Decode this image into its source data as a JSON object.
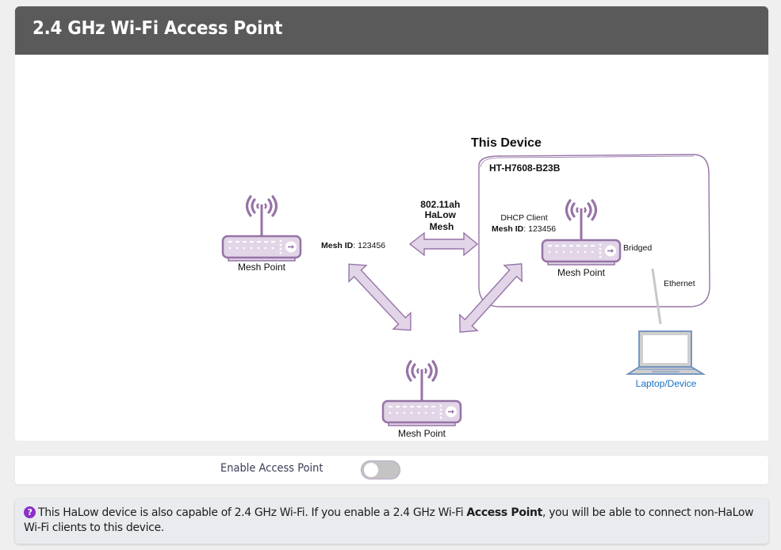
{
  "header": {
    "title": "2.4 GHz Wi-Fi Access Point"
  },
  "diagram": {
    "this_device_title": "This Device",
    "device_hostname": "HT-H7608-B23B",
    "link_label": [
      "802.11ah",
      "HaLow",
      "Mesh"
    ],
    "left_mesh_id_key": "Mesh ID",
    "left_mesh_id_value": ": 123456",
    "dhcp_client_label": "DHCP Client",
    "device_mesh_id_key": "Mesh ID",
    "device_mesh_id_value": ": 123456",
    "bridged_label": "Bridged",
    "ethernet_label": "Ethernet",
    "nodes": {
      "left": "Mesh Point",
      "bottom": "Mesh Point",
      "device": "Mesh Point",
      "laptop": "Laptop/Device"
    },
    "colors": {
      "router_purple": "#9673a6",
      "router_fill": "#e1d5e7",
      "arrow_fill": "#e1d5e7",
      "arrow_stroke": "#9673a6",
      "laptop_blue": "#6c8ebf",
      "laptop_label": "#1a6fc4",
      "ethernet_gray": "#c8c8c8"
    }
  },
  "access_point": {
    "label": "Enable Access Point",
    "enabled": false
  },
  "info": {
    "icon": "question-circle-icon",
    "text_before": "This HaLow device is also capable of 2.4 GHz Wi-Fi. If you enable a 2.4 GHz Wi-Fi ",
    "text_bold": "Access Point",
    "text_after": ", you will be able to connect non-HaLow Wi-Fi clients to this device."
  }
}
